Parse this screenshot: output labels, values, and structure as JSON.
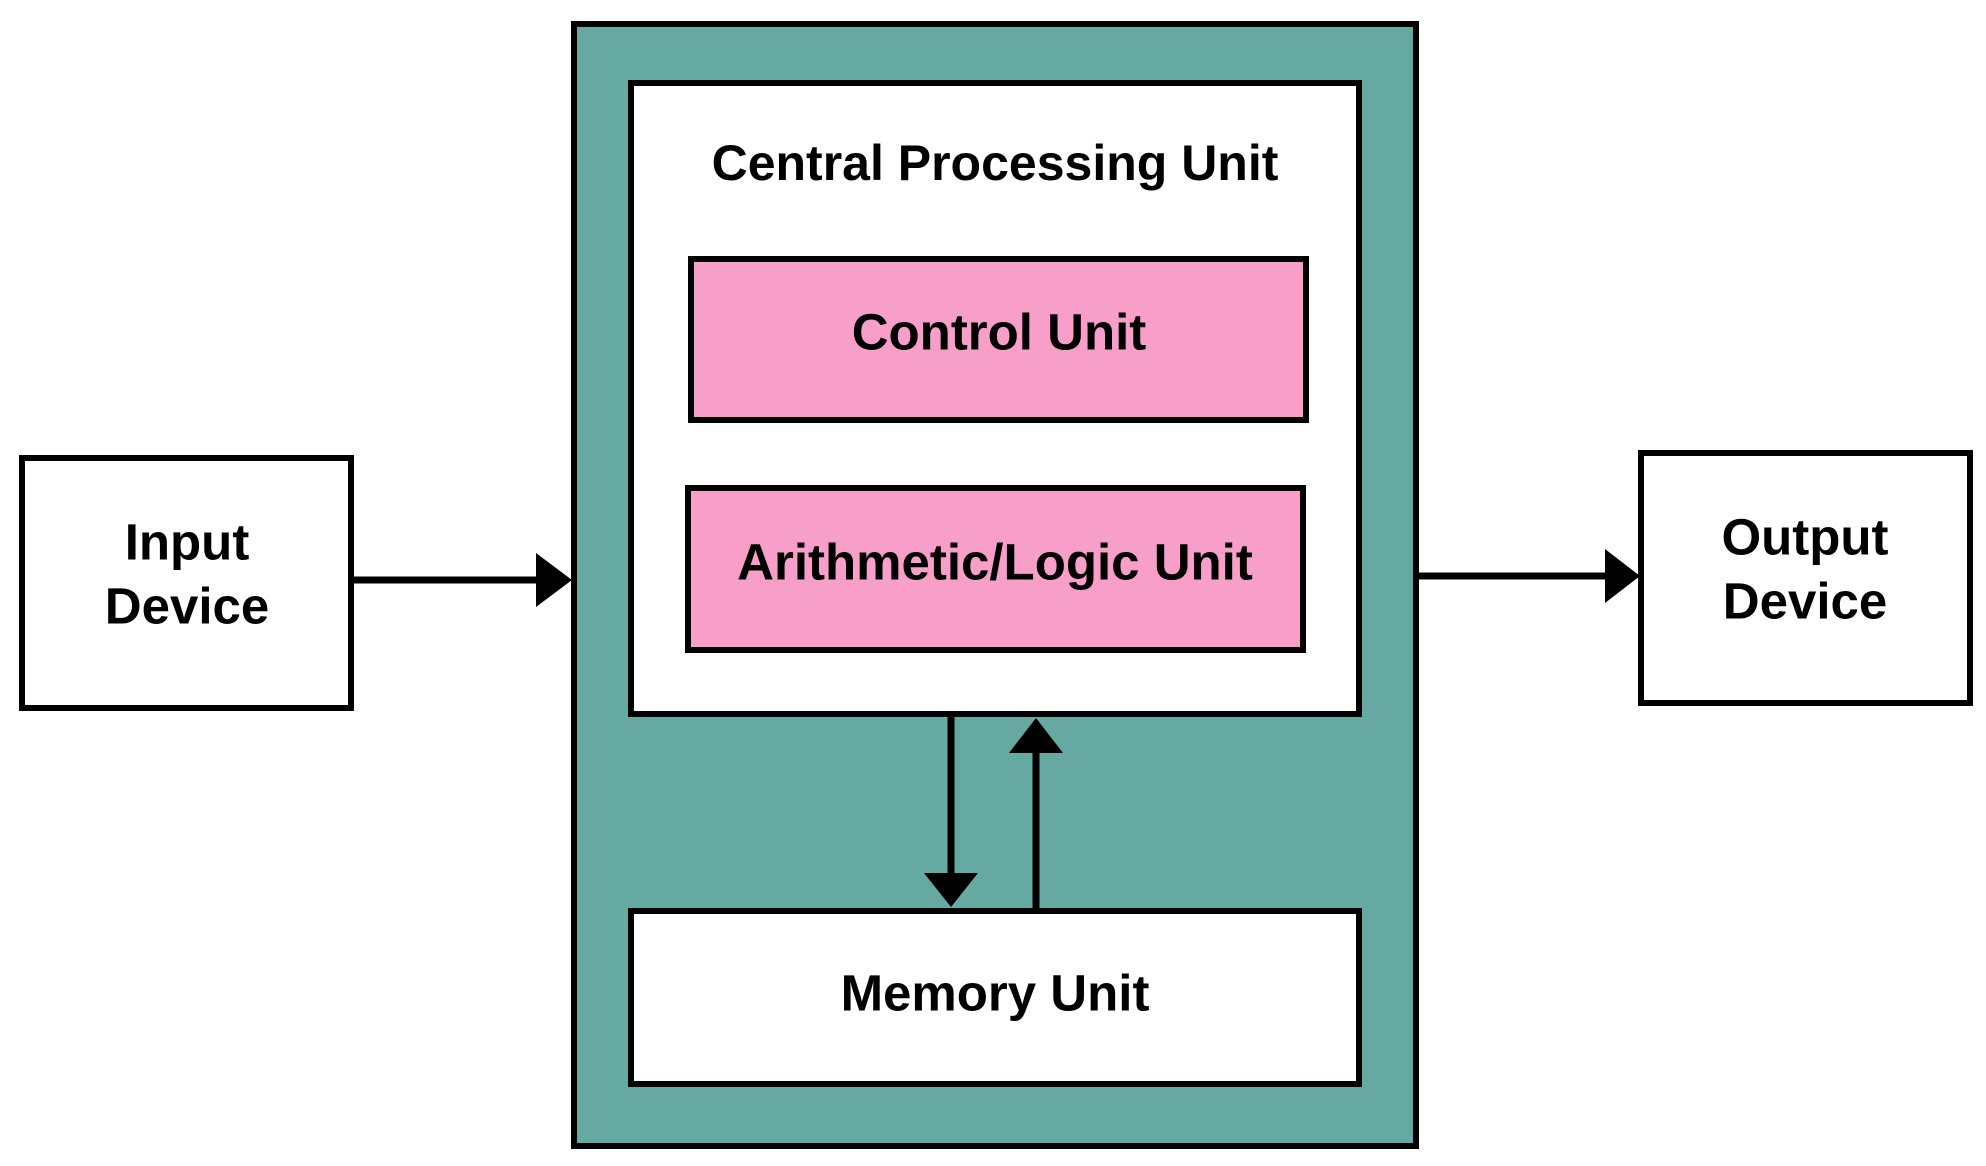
{
  "diagram": {
    "cpu_title": "Central Processing Unit",
    "control_unit": "Control Unit",
    "alu": "Arithmetic/Logic Unit",
    "memory_unit": "Memory Unit",
    "input_device": [
      "Input",
      "Device"
    ],
    "output_device": [
      "Output",
      "Device"
    ]
  },
  "colors": {
    "outer_fill": "#66A9A2",
    "unit_fill": "#F79FC9",
    "box_fill": "#FFFFFF",
    "stroke": "#000000"
  }
}
